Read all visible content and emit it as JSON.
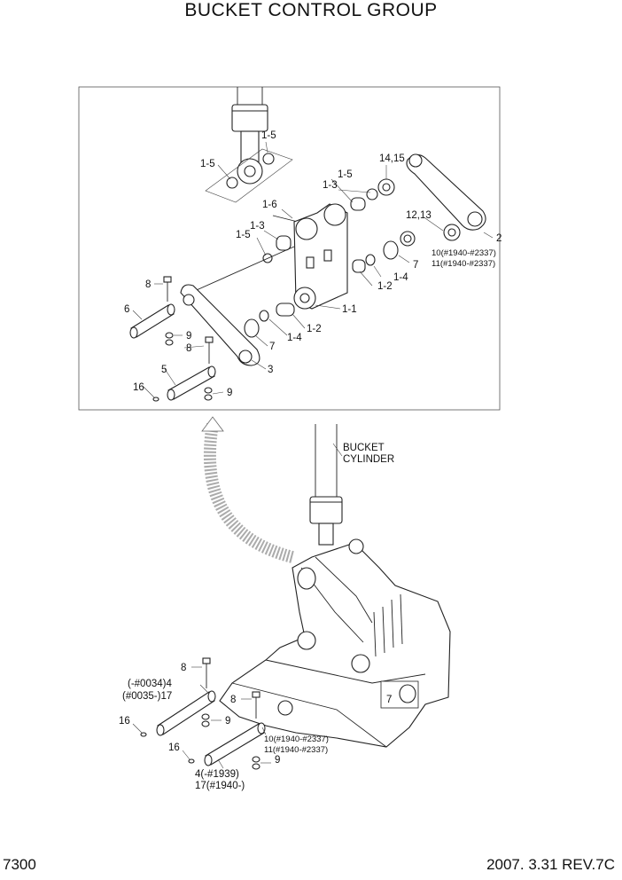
{
  "title": "BUCKET CONTROL GROUP",
  "footer": {
    "page": "7300",
    "date_rev": "2007. 3.31  REV.7C"
  },
  "cylinder_label": [
    "BUCKET",
    "CYLINDER"
  ],
  "detail_labels": {
    "l15a": "1-5",
    "l15b": "1-5",
    "l15c": "1-5",
    "l15d": "1-5",
    "l13a": "1-3",
    "l13b": "1-3",
    "l16": "1-6",
    "l1415": "14,15",
    "l1213": "12,13",
    "l2": "2",
    "l10": "10(#1940-#2337)",
    "l11": "11(#1940-#2337)",
    "l7a": "7",
    "l14a": "1-4",
    "l12a": "1-2",
    "l11b": "1-1",
    "l12b": "1-2",
    "l14b": "1-4",
    "l7b": "7",
    "l3": "3",
    "l8a": "8",
    "l6": "6",
    "l9a": "9",
    "l8b": "8",
    "l5": "5",
    "l16a": "16",
    "l9b": "9"
  },
  "lower_labels": {
    "l8c": "8",
    "l4a": "(-#0034)4",
    "l17a": "(#0035-)17",
    "l8d": "8",
    "l9c": "9",
    "l16b": "16",
    "l16c": "16",
    "l10b": "10(#1940-#2337)",
    "l11c": "11(#1940-#2337)",
    "l9d": "9",
    "l4b": "4(-#1939)",
    "l17b": "17(#1940-)",
    "l7c": "7"
  }
}
